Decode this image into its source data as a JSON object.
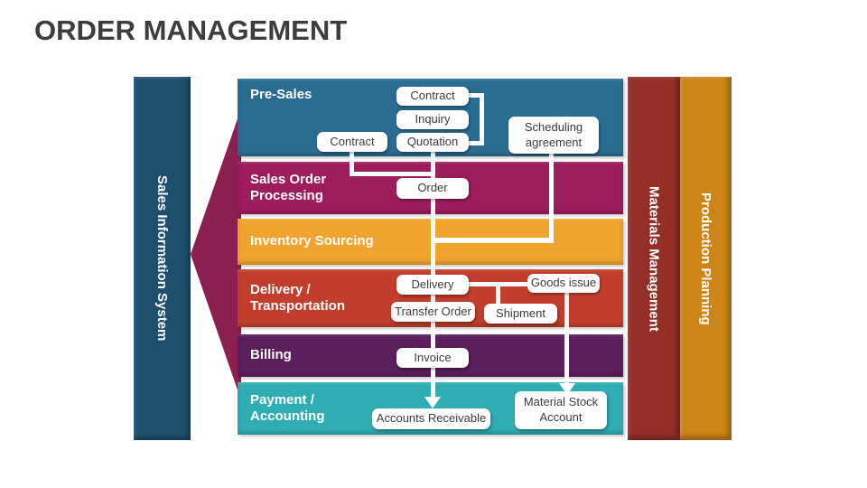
{
  "title": "ORDER MANAGEMENT",
  "left_bar": {
    "label": "Sales Information System",
    "color": "#1e506e"
  },
  "right_bars": [
    {
      "label": "Materials Management",
      "color": "#942f27"
    },
    {
      "label": "Production Planning",
      "color": "#ce8517"
    }
  ],
  "flow_arrow": {
    "direction": "left",
    "color": "#8a1f50"
  },
  "rows": [
    {
      "label": "Pre-Sales",
      "color": "#2b6d92"
    },
    {
      "label": "Sales Order Processing",
      "color": "#9c1c5c"
    },
    {
      "label": "Inventory Sourcing",
      "color": "#f0a32e"
    },
    {
      "label": "Delivery / Transportation",
      "color": "#c23e2c"
    },
    {
      "label": "Billing",
      "color": "#5a1f5c"
    },
    {
      "label": "Payment / Accounting",
      "color": "#2fadb3"
    }
  ],
  "nodes": {
    "contract_top": {
      "label": "Contract"
    },
    "inquiry": {
      "label": "Inquiry"
    },
    "quotation": {
      "label": "Quotation"
    },
    "contract_left": {
      "label": "Contract"
    },
    "scheduling_agreement": {
      "label": "Scheduling agreement"
    },
    "order": {
      "label": "Order"
    },
    "delivery": {
      "label": "Delivery"
    },
    "goods_issue": {
      "label": "Goods issue"
    },
    "transfer_order": {
      "label": "Transfer Order"
    },
    "shipment": {
      "label": "Shipment"
    },
    "invoice": {
      "label": "Invoice"
    },
    "accounts_receivable": {
      "label": "Accounts Receivable"
    },
    "material_stock_account": {
      "label": "Material Stock Account"
    }
  },
  "connector_color": "#ffffff"
}
